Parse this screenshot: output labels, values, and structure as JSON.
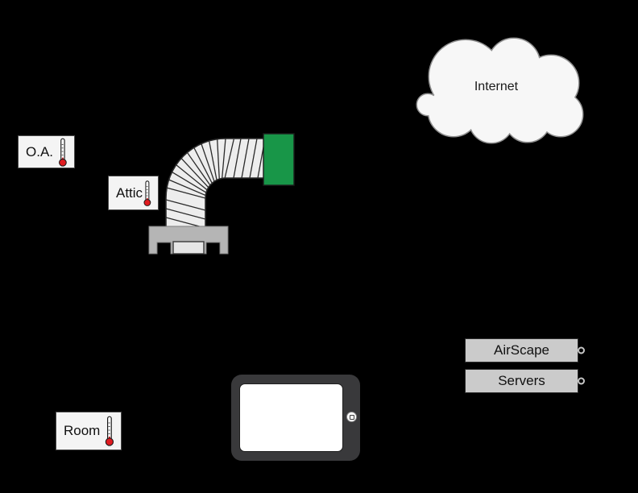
{
  "diagram": {
    "cloud": {
      "label": "Internet"
    },
    "sensors": [
      {
        "id": "outside-air",
        "label": "O.A."
      },
      {
        "id": "attic",
        "label": "Attic"
      },
      {
        "id": "room",
        "label": "Room"
      }
    ],
    "servers": [
      {
        "label": "AirScape"
      },
      {
        "label": "Servers"
      }
    ],
    "icons": {
      "sensor_icon": "thermometer-icon",
      "network_icon": "cloud-icon",
      "fan_icon": "whole-house-fan-icon",
      "duct_icon": "flex-duct-icon",
      "damper_icon": "damper-icon",
      "device_icon": "tablet-icon",
      "home_button": "home-button-icon",
      "server_connector": "connector-ring-icon"
    },
    "colors": {
      "background": "#000000",
      "damper_green": "#189648",
      "thermometer_red": "#e01b20",
      "cloud_fill": "#f7f7f7",
      "cloud_stroke": "#8f8f8f",
      "duct_fill": "#ededed",
      "fan_base_gray": "#b5b5b5",
      "label_box_fill": "#f4f4f4",
      "server_bar_fill": "#cbcbcb",
      "tablet_body": "#39393b"
    }
  }
}
